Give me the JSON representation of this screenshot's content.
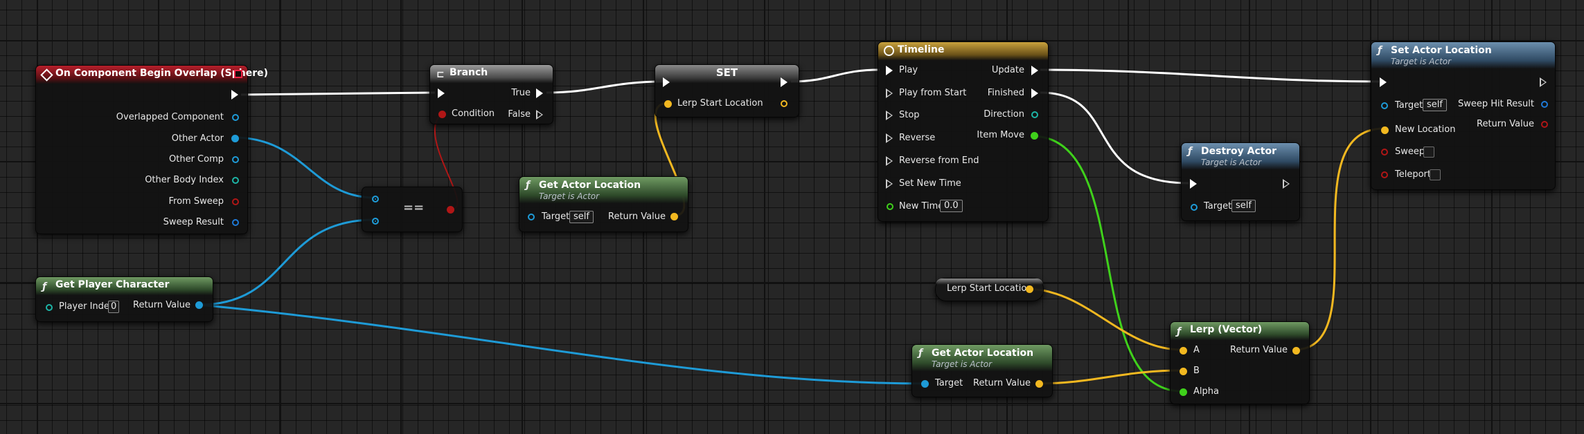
{
  "colors": {
    "exec": "#ffffff",
    "object": "#1e9bd7",
    "vector": "#f2b820",
    "float": "#3fd11b",
    "bool": "#b01616",
    "struct": "#1db5a7",
    "event_header": "#b61f2b",
    "function_header": "#6f9a62",
    "target_function_header": "#6c8fae",
    "timeline_header": "#c9a23d",
    "flow_header": "#9a9a9a"
  },
  "nodes": {
    "overlap": {
      "title": "On Component Begin Overlap (Sphere)",
      "icon": "event-diamond-icon",
      "pins": [
        "Overlapped Component",
        "Other Actor",
        "Other Comp",
        "Other Body Index",
        "From Sweep",
        "Sweep Result"
      ]
    },
    "branch": {
      "title": "Branch",
      "pin_condition": "Condition",
      "pin_true": "True",
      "pin_false": "False"
    },
    "set": {
      "title": "SET",
      "pin_var": "Lerp Start Location"
    },
    "equal": {
      "label": "=="
    },
    "get_actor_location_1": {
      "title": "Get Actor Location",
      "subtitle": "Target is Actor",
      "pin_target": "Target",
      "target_value": "self",
      "pin_return": "Return Value"
    },
    "timeline": {
      "title": "Timeline",
      "inputs": [
        "Play",
        "Play from Start",
        "Stop",
        "Reverse",
        "Reverse from End",
        "Set New Time",
        "New Time"
      ],
      "new_time_value": "0.0",
      "outputs": [
        "Update",
        "Finished",
        "Direction",
        "Item Move"
      ]
    },
    "set_actor_location": {
      "title": "Set Actor Location",
      "subtitle": "Target is Actor",
      "pin_target": "Target",
      "target_value": "self",
      "pin_new_location": "New Location",
      "pin_sweep": "Sweep",
      "pin_teleport": "Teleport",
      "pin_sweep_hit": "Sweep Hit Result",
      "pin_return": "Return Value"
    },
    "destroy_actor": {
      "title": "Destroy Actor",
      "subtitle": "Target is Actor",
      "pin_target": "Target",
      "target_value": "self"
    },
    "get_player_character": {
      "title": "Get Player Character",
      "pin_index": "Player Index",
      "index_value": "0",
      "pin_return": "Return Value"
    },
    "lerp_var": {
      "label": "Lerp Start Location"
    },
    "get_actor_location_2": {
      "title": "Get Actor Location",
      "subtitle": "Target is Actor",
      "pin_target": "Target",
      "pin_return": "Return Value"
    },
    "lerp_vector": {
      "title": "Lerp (Vector)",
      "pin_a": "A",
      "pin_b": "B",
      "pin_alpha": "Alpha",
      "pin_return": "Return Value"
    }
  }
}
